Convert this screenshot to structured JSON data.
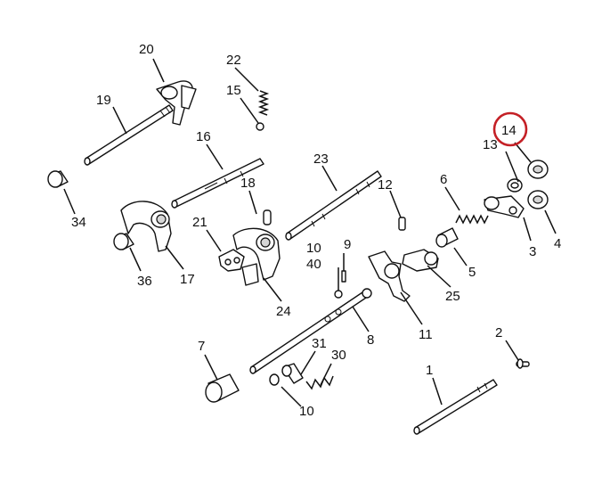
{
  "labels": {
    "p20": "20",
    "p22": "22",
    "p19": "19",
    "p15": "15",
    "p16": "16",
    "p14": "14",
    "p13": "13",
    "p23": "23",
    "p34": "34",
    "p18": "18",
    "p12": "12",
    "p6": "6",
    "p21": "21",
    "p10a": "10",
    "p9": "9",
    "p40": "40",
    "p3": "3",
    "p4": "4",
    "p5": "5",
    "p36": "36",
    "p17": "17",
    "p25": "25",
    "p24": "24",
    "p11": "11",
    "p8": "8",
    "p7": "7",
    "p31": "31",
    "p2": "2",
    "p30": "30",
    "p1": "1",
    "p10b": "10"
  },
  "colors": {
    "highlight": "#c42026",
    "line": "#111111",
    "background": "#ffffff"
  }
}
